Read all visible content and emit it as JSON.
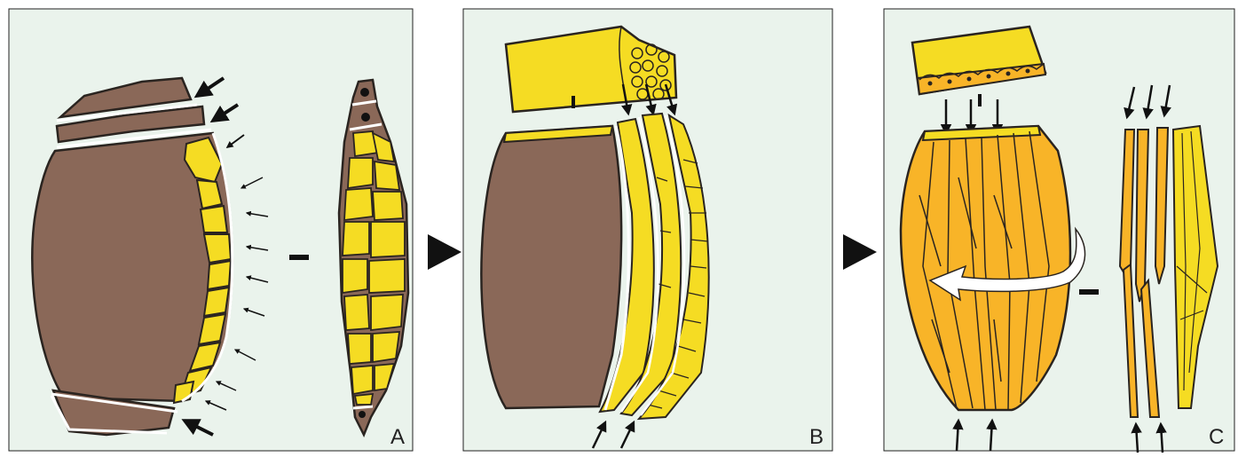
{
  "panels": [
    {
      "label": "A"
    },
    {
      "label": "B"
    },
    {
      "label": "C"
    }
  ],
  "colors": {
    "panel_background": "#eaf3ec",
    "outline": "#2a2420",
    "seed_brown": "#8a6858",
    "cell_yellow": "#f5dc23",
    "stage_orange": "#f8b428",
    "arrow": "#111111",
    "highlight": "#ffffff"
  },
  "icons": [
    "play-triangle-icon",
    "arrow-icon",
    "scale-bar-icon",
    "curved-arrow-icon"
  ]
}
